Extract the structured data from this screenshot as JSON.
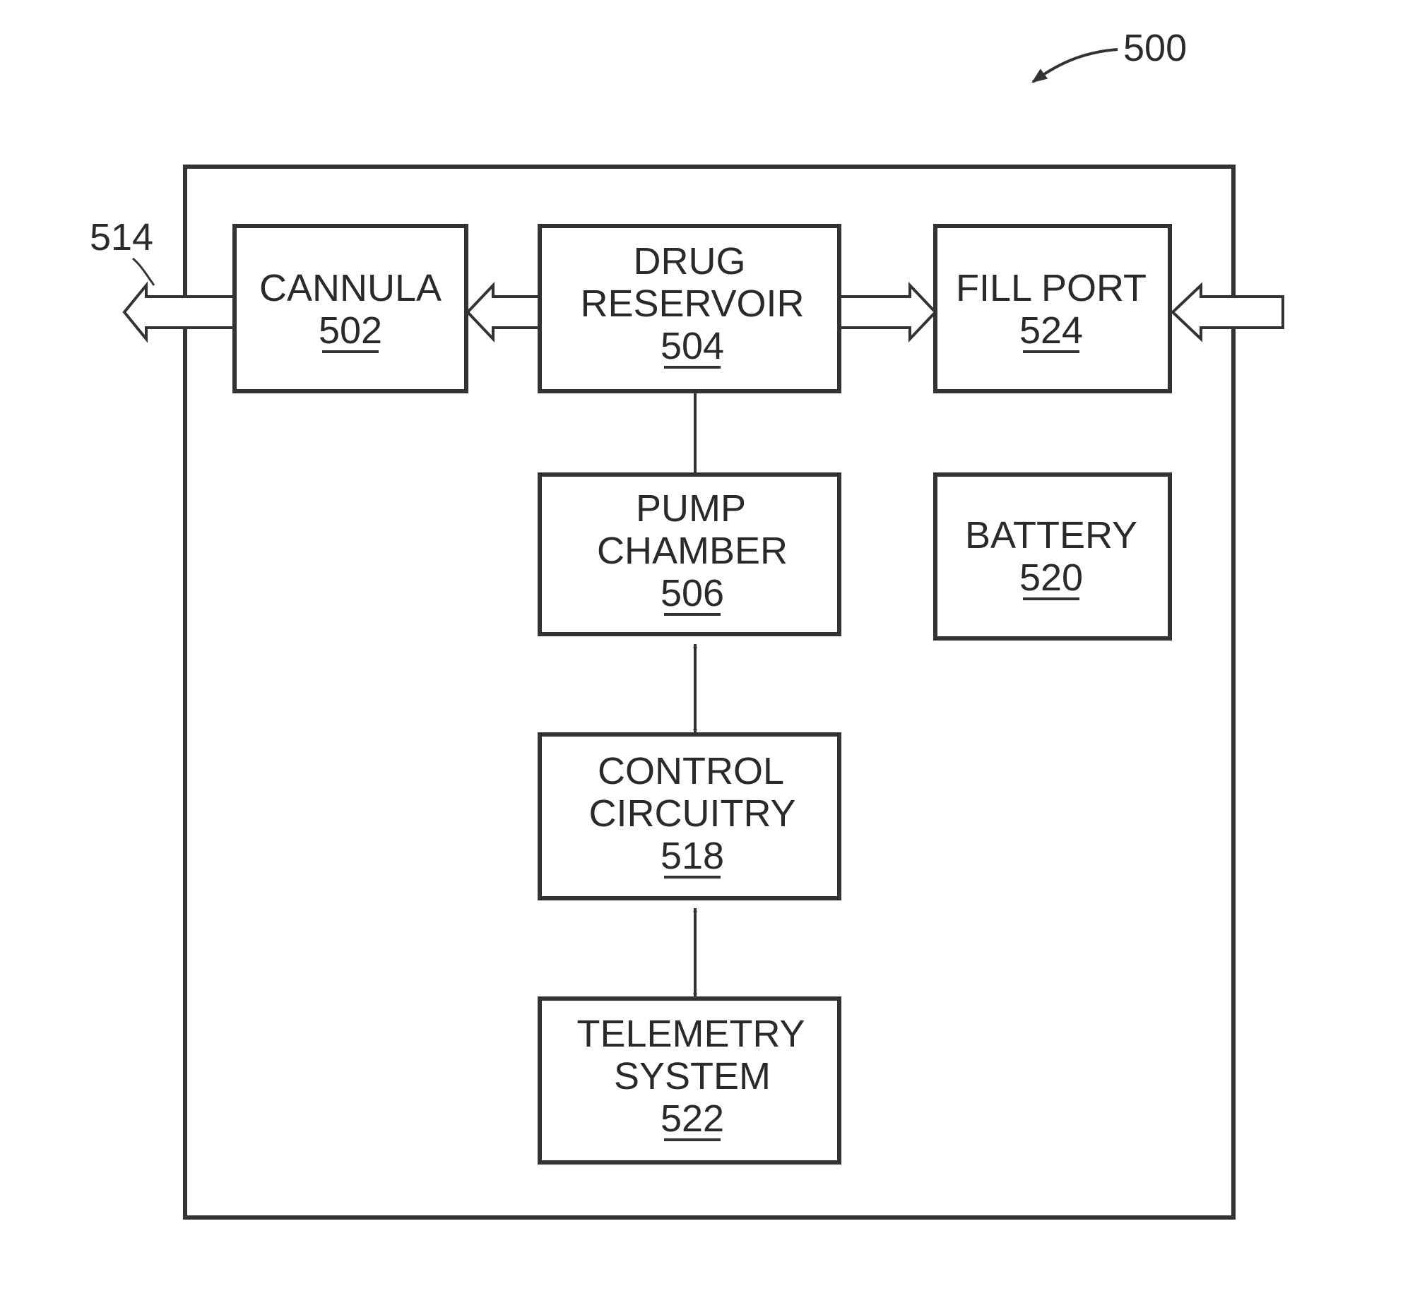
{
  "figure_ref": "500",
  "outlet_ref": "514",
  "blocks": {
    "cannula": {
      "line1": "CANNULA",
      "ref": "502"
    },
    "drug_reservoir": {
      "line1": "DRUG",
      "line2": "RESERVOIR",
      "ref": "504"
    },
    "fill_port": {
      "line1": "FILL PORT",
      "ref": "524"
    },
    "pump_chamber": {
      "line1": "PUMP",
      "line2": "CHAMBER",
      "ref": "506"
    },
    "battery": {
      "line1": "BATTERY",
      "ref": "520"
    },
    "control_circuitry": {
      "line1": "CONTROL",
      "line2": "CIRCUITRY",
      "ref": "518"
    },
    "telemetry_system": {
      "line1": "TELEMETRY",
      "line2": "SYSTEM",
      "ref": "522"
    }
  }
}
